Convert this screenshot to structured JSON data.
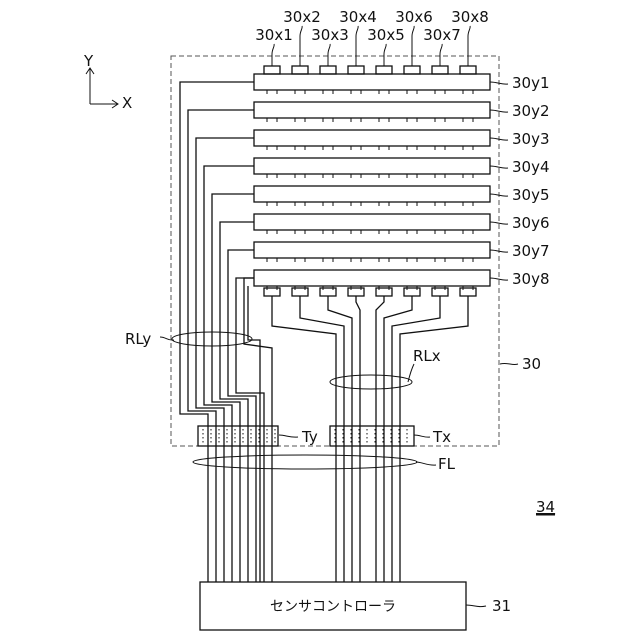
{
  "axes": {
    "y_label": "Y",
    "x_label": "X"
  },
  "x_electrodes": [
    "30x1",
    "30x2",
    "30x3",
    "30x4",
    "30x5",
    "30x6",
    "30x7",
    "30x8"
  ],
  "y_electrodes": [
    "30y1",
    "30y2",
    "30y3",
    "30y4",
    "30y5",
    "30y6",
    "30y7",
    "30y8"
  ],
  "labels": {
    "rly": "RLy",
    "rlx": "RLx",
    "panel_ref": "30",
    "ty": "Ty",
    "tx": "Tx",
    "fl": "FL",
    "figure_ref": "34",
    "controller_ref": "31"
  },
  "controller": {
    "text": "センサコントローラ"
  }
}
